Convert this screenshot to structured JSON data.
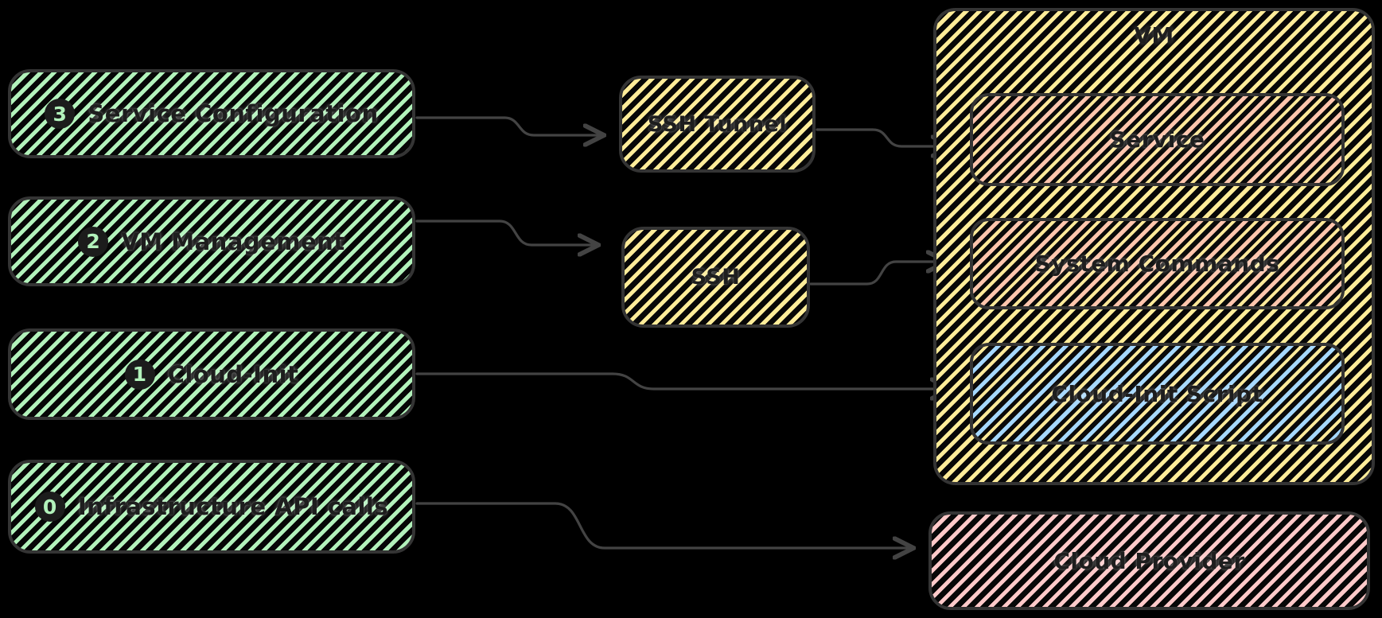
{
  "diagram": {
    "background": "#000000",
    "left_column": [
      {
        "badge": "3",
        "label": "Service Configuration"
      },
      {
        "badge": "2",
        "label": "VM Management"
      },
      {
        "badge": "1",
        "label": "Cloud-Init"
      },
      {
        "badge": "0",
        "label": "Infrastructure API calls"
      }
    ],
    "middle_column": [
      {
        "label": "SSH Tunnel"
      },
      {
        "label": "SSH"
      }
    ],
    "vm_group": {
      "title": "VM",
      "children": [
        {
          "label": "Service"
        },
        {
          "label": "System Commands"
        },
        {
          "label": "Cloud-Init Script"
        }
      ]
    },
    "cloud_provider": {
      "label": "Cloud Provider"
    },
    "edges": [
      {
        "from": "Service Configuration",
        "to": "SSH Tunnel"
      },
      {
        "from": "VM Management",
        "to": "SSH"
      },
      {
        "from": "SSH Tunnel",
        "to": "Service"
      },
      {
        "from": "SSH",
        "to": "System Commands"
      },
      {
        "from": "Cloud-Init",
        "to": "Cloud-Init Script"
      },
      {
        "from": "Infrastructure API calls",
        "to": "Cloud Provider"
      }
    ],
    "colors": {
      "green_fill": "#b2f2bb",
      "yellow_fill": "#ffec99",
      "peach_fill": "#ffc5ad",
      "blue_fill": "#a5d8ff",
      "pink_fill": "#ffc9c9",
      "stroke": "#343434",
      "arrow": "#434343",
      "text": "#1e1e1e"
    }
  }
}
